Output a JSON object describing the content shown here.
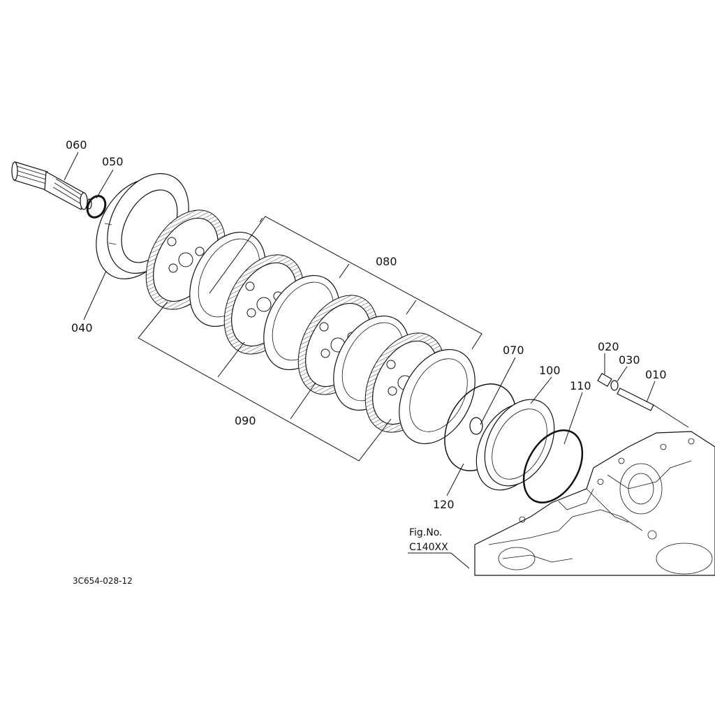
{
  "labels": {
    "p010": "010",
    "p020": "020",
    "p030": "030",
    "p040": "040",
    "p050": "050",
    "p060": "060",
    "p070": "070",
    "p080": "080",
    "p090": "090",
    "p100": "100",
    "p110": "110",
    "p120": "120"
  },
  "reference": {
    "line1": "Fig.No.",
    "line2": "C140XX"
  },
  "drawing_id": "3C654-028-12"
}
